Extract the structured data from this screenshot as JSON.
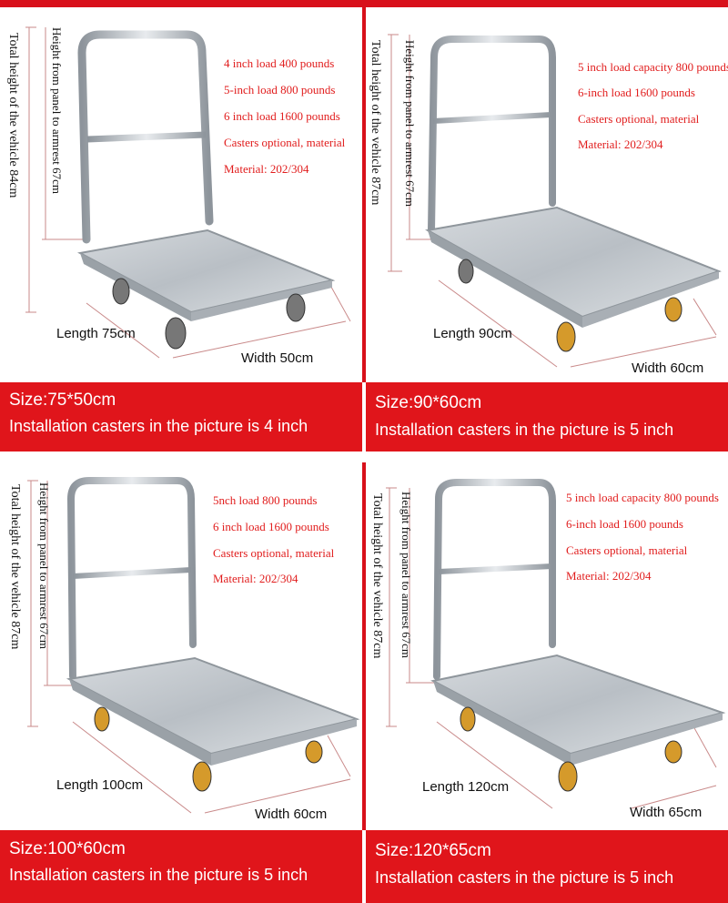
{
  "panels": [
    {
      "total_height": "Total height of the vehicle 84cm",
      "arm_height": "Height from panel to armrest 67cm",
      "specs": [
        "4 inch load 400 pounds",
        "5-inch load 800 pounds",
        "6 inch load 1600 pounds",
        "Casters optional, material",
        "Material: 202/304"
      ],
      "length": "Length 75cm",
      "width": "Width 50cm",
      "size": "Size:75*50cm",
      "casters": "Installation casters in the picture is 4 inch"
    },
    {
      "total_height": "Total height of the vehicle 87cm",
      "arm_height": "Height from panel to armrest 67cm",
      "specs": [
        "5 inch load capacity 800 pounds",
        "6-inch load 1600 pounds",
        "Casters optional, material",
        "Material: 202/304"
      ],
      "length": "Length 90cm",
      "width": "Width 60cm",
      "size": "Size:90*60cm",
      "casters": "Installation casters in the picture is 5 inch"
    },
    {
      "total_height": "Total height of the vehicle 87cm",
      "arm_height": "Height from panel to armrest 67cm",
      "specs": [
        "5nch load 800 pounds",
        "6 inch load 1600 pounds",
        "Casters optional, material",
        "Material: 202/304"
      ],
      "length": "Length 100cm",
      "width": "Width 60cm",
      "size": "Size:100*60cm",
      "casters": "Installation casters in the picture is 5 inch"
    },
    {
      "total_height": "Total height of the vehicle 87cm",
      "arm_height": "Height from panel to armrest 67cm",
      "specs": [
        "5 inch load capacity 800 pounds",
        "6-inch load 1600 pounds",
        "Casters optional, material",
        "Material: 202/304"
      ],
      "length": "Length 120cm",
      "width": "Width 65cm",
      "size": "Size:120*65cm",
      "casters": "Installation casters in the picture is 5 inch"
    }
  ],
  "colors": {
    "accent": "#e0151b",
    "spec_text": "#e11c1c",
    "dimension_line": "#c98a8a",
    "steel": "#b7bdc3"
  }
}
